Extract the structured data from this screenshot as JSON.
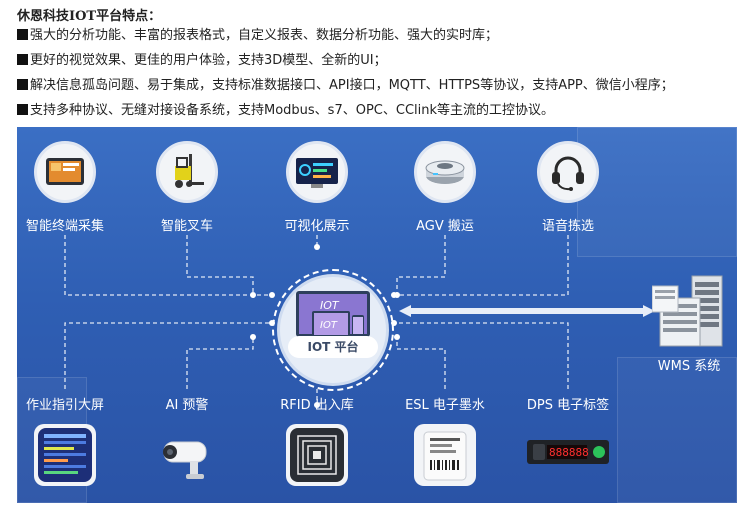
{
  "heading": "休恩科技IOT平台特点：",
  "features": [
    "强大的分析功能、丰富的报表格式，自定义报表、数据分析功能、强大的实时库；",
    "更好的视觉效果、更佳的用户体验，支持3D模型、全新的UI；",
    "解决信息孤岛问题、易于集成，支持标准数据接口、API接口，MQTT、HTTPS等协议，支持APP、微信小程序；",
    "支持多种协议、无缝对接设备系统，支持Modbus、s7、OPC、CClink等主流的工控协议。"
  ],
  "diagram": {
    "top_nodes": [
      {
        "label": "智能终端采集",
        "icon": "tablet-terminal-icon"
      },
      {
        "label": "智能叉车",
        "icon": "forklift-icon"
      },
      {
        "label": "可视化展示",
        "icon": "dashboard-screen-icon"
      },
      {
        "label": "AGV 搬运",
        "icon": "agv-robot-icon"
      },
      {
        "label": "语音拣选",
        "icon": "headset-icon"
      }
    ],
    "hub": {
      "label": "IOT 平台",
      "screen_text_1": "IOT",
      "screen_text_2": "IOT"
    },
    "side": {
      "label": "WMS 系统",
      "icon": "server-rack-icon"
    },
    "bottom_nodes": [
      {
        "label": "作业指引大屏",
        "icon": "big-screen-icon"
      },
      {
        "label": "AI 预警",
        "icon": "security-camera-icon"
      },
      {
        "label": "RFID 出入库",
        "icon": "rfid-tag-icon"
      },
      {
        "label": "ESL 电子墨水",
        "icon": "e-ink-label-icon"
      },
      {
        "label": "DPS 电子标签",
        "icon": "digital-picking-label-icon"
      }
    ],
    "dps_display": "888888",
    "colors": {
      "background": "#2f5fb4",
      "line": "#ffffff",
      "arrow": "#e8eef8"
    }
  }
}
